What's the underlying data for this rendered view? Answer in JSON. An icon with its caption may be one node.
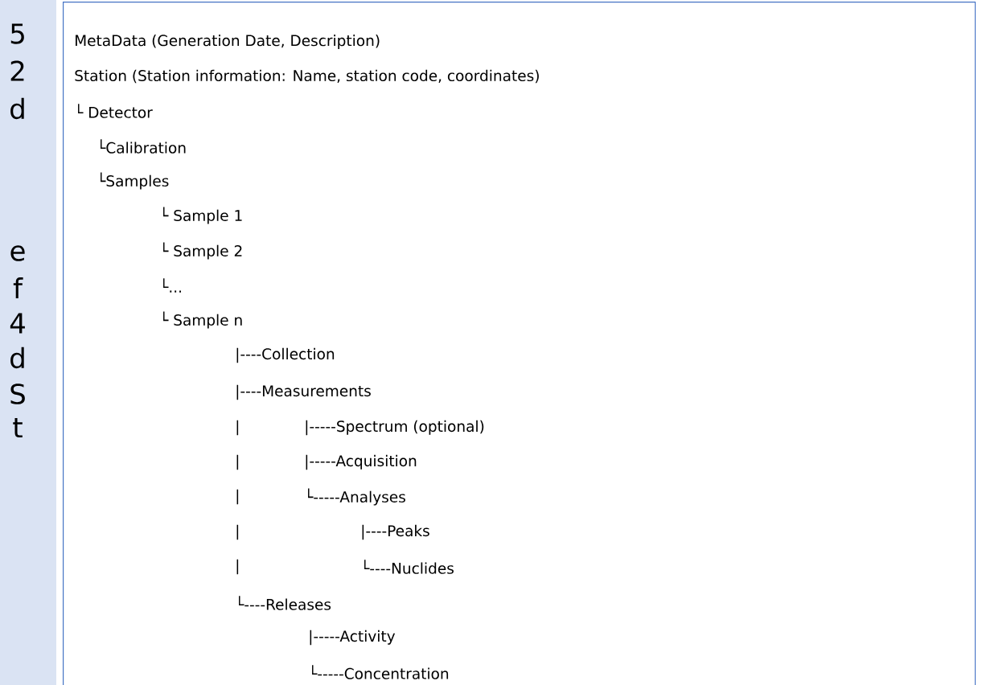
{
  "diagram": {
    "nodes": [
      {
        "text": [
          "MetaData (Generation Date, Description)",
          "Station (Station information: Name, station code, coordinates)",
          "└ Detector",
          "└Calibration",
          "└Samples",
          "└ Sample 1",
          "└ Sample 2",
          "└...",
          "└ Sample n",
          "|----Collection",
          "|----Measurements",
          "|",
          "|-----Spectrum (optional)",
          "|",
          "|-----Acquisition",
          "|",
          "└-----Analyses",
          "|",
          "|----Peaks",
          "|",
          "└----Nuclides",
          "└----Releases",
          "|-----Activity",
          "└-----Concentration"
        ]
      }
    ],
    "labels": [
      "5",
      "2",
      "d",
      "e",
      "f",
      "4",
      "d",
      "S",
      "t"
    ]
  }
}
